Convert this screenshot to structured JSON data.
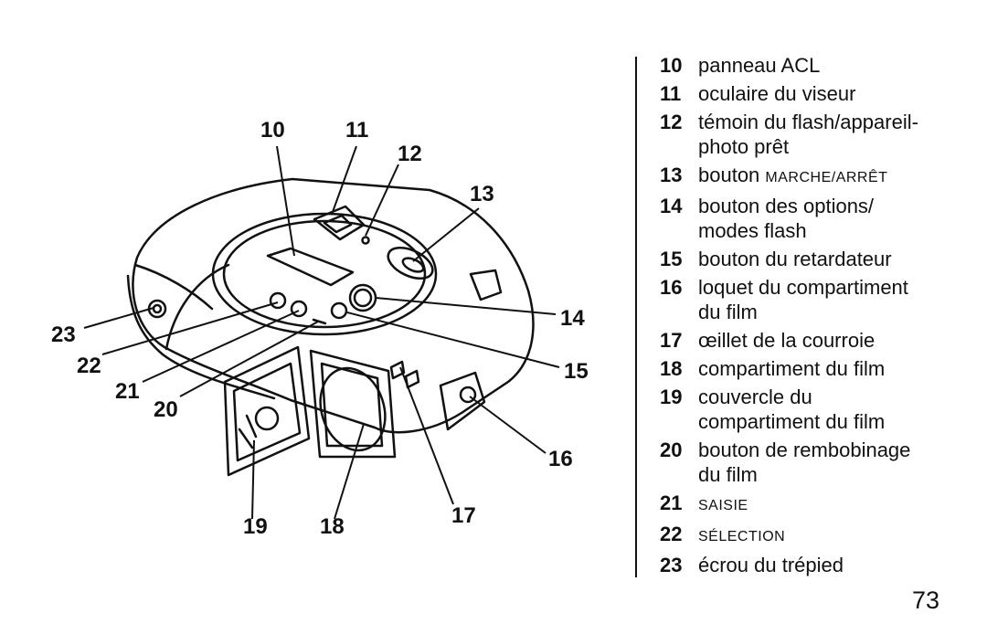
{
  "callouts": [
    "10",
    "11",
    "12",
    "13",
    "14",
    "15",
    "16",
    "17",
    "18",
    "19",
    "20",
    "21",
    "22",
    "23"
  ],
  "legend": [
    {
      "num": "10",
      "parts": [
        "panneau ACL"
      ]
    },
    {
      "num": "11",
      "parts": [
        "oculaire du viseur"
      ]
    },
    {
      "num": "12",
      "parts": [
        "témoin du flash/appareil-",
        "photo prêt"
      ]
    },
    {
      "num": "13",
      "parts": [
        "bouton ",
        "MARCHE/ARRÊT"
      ]
    },
    {
      "num": "14",
      "parts": [
        "bouton des options/",
        "modes flash"
      ]
    },
    {
      "num": "15",
      "parts": [
        "bouton du retardateur"
      ]
    },
    {
      "num": "16",
      "parts": [
        "loquet du compartiment",
        "du film"
      ]
    },
    {
      "num": "17",
      "parts": [
        "œillet de la courroie"
      ]
    },
    {
      "num": "18",
      "parts": [
        "compartiment du film"
      ]
    },
    {
      "num": "19",
      "parts": [
        "couvercle du",
        "compartiment du film"
      ]
    },
    {
      "num": "20",
      "parts": [
        "bouton de rembobinage",
        "du film"
      ]
    },
    {
      "num": "21",
      "parts": [
        "SAISIE"
      ]
    },
    {
      "num": "22",
      "parts": [
        "SÉLECTION"
      ]
    },
    {
      "num": "23",
      "parts": [
        "écrou du trépied"
      ]
    }
  ],
  "page_number": "73"
}
